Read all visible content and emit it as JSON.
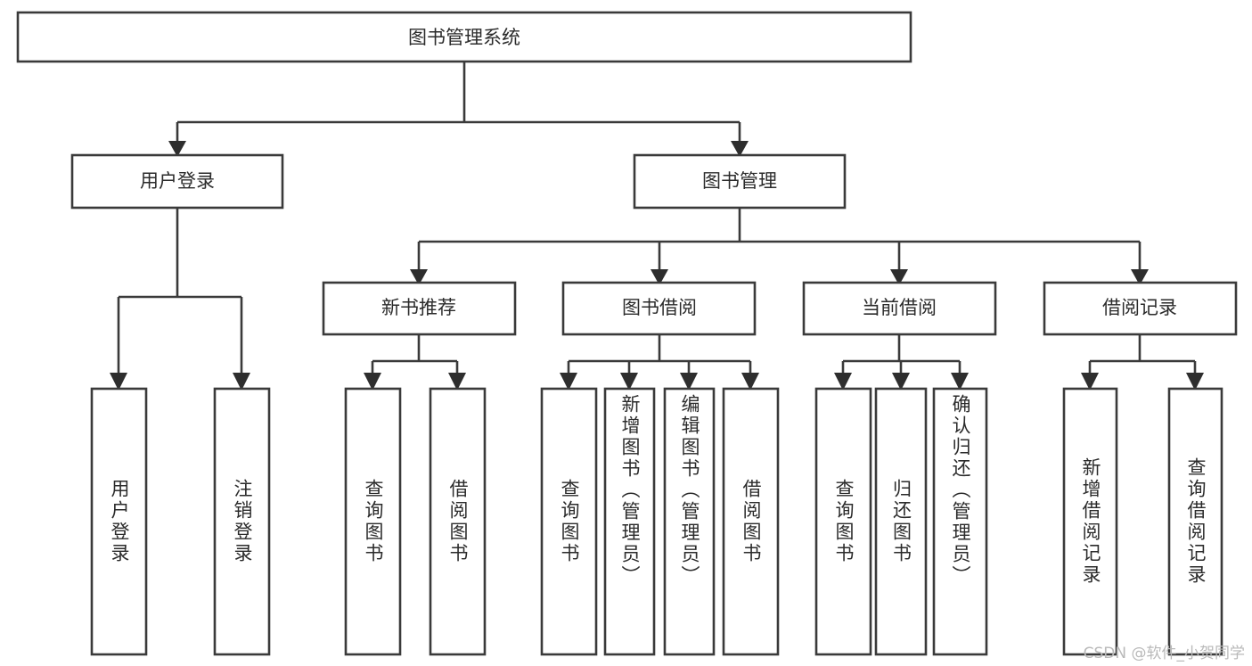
{
  "diagram": {
    "title": "图书管理系统",
    "watermark": "CSDN @软件_小贺同学",
    "type": "hierarchy-tree",
    "orientation": "top-down",
    "colors": {
      "box_stroke": "#3a3a3a",
      "box_fill": "#ffffff",
      "connector": "#3a3a3a",
      "text": "#2b2b2b",
      "watermark": "#b9b9b9",
      "background": "#ffffff"
    },
    "root": {
      "label": "图书管理系统"
    },
    "level2": [
      {
        "label": "用户登录"
      },
      {
        "label": "图书管理"
      }
    ],
    "level3": [
      {
        "label": "新书推荐"
      },
      {
        "label": "图书借阅"
      },
      {
        "label": "当前借阅"
      },
      {
        "label": "借阅记录"
      }
    ],
    "leaves": {
      "user_login": [
        {
          "label": "用户登录"
        },
        {
          "label": "注销登录"
        }
      ],
      "new_book_recommend": [
        {
          "label": "查询图书"
        },
        {
          "label": "借阅图书"
        }
      ],
      "book_borrow": [
        {
          "label": "查询图书"
        },
        {
          "label": "新增图书（管理员）"
        },
        {
          "label": "编辑图书（管理员）"
        },
        {
          "label": "借阅图书"
        }
      ],
      "current_borrow": [
        {
          "label": "查询图书"
        },
        {
          "label": "归还图书"
        },
        {
          "label": "确认归还（管理员）"
        }
      ],
      "borrow_record": [
        {
          "label": "新增借阅记录"
        },
        {
          "label": "查询借阅记录"
        }
      ]
    }
  }
}
